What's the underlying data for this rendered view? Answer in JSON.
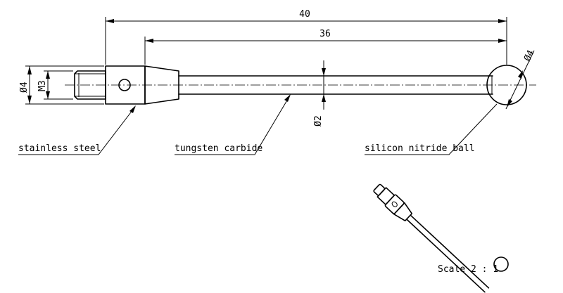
{
  "dimensions": {
    "overall_length": "40",
    "shaft_length": "36",
    "ball_diameter": "Ø4",
    "stem_diameter": "Ø2",
    "body_diameter": "Ø4",
    "thread": "M3"
  },
  "materials": {
    "body": "stainless steel",
    "stem": "tungsten carbide",
    "ball": "silicon nitride ball"
  },
  "scale": "Scale 2 : 1"
}
